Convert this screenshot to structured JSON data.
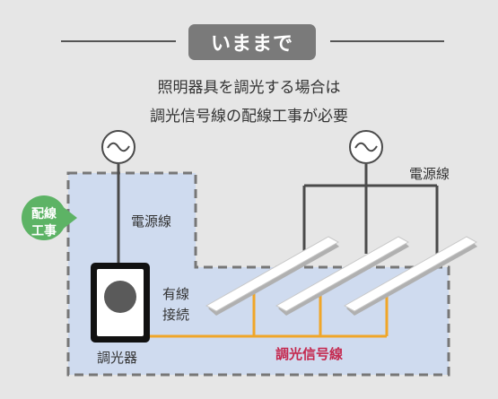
{
  "title": "いままで",
  "description": {
    "line1": "照明器具を調光する場合は",
    "line2": "調光信号線の配線工事が必要"
  },
  "labels": {
    "power_line_left": "電源線",
    "power_line_right": "電源線",
    "wired_connection_1": "有線",
    "wired_connection_2": "接続",
    "dimmer": "調光器",
    "dimming_signal_line": "調光信号線",
    "wiring_badge_1": "配線",
    "wiring_badge_2": "工事"
  },
  "icons": {
    "power_source": "ac-power-symbol",
    "dimmer_device": "dimmer-switch",
    "light_fixture": "linear-light-fixture"
  },
  "colors": {
    "background": "#e6e6e6",
    "area_fill": "#cfdbef",
    "dashed_border": "#777777",
    "title_pill": "#7a7a7a",
    "signal_line": "#f0a628",
    "signal_label": "#c4284e",
    "badge": "#5db365",
    "power_line": "#4a4a4a"
  }
}
